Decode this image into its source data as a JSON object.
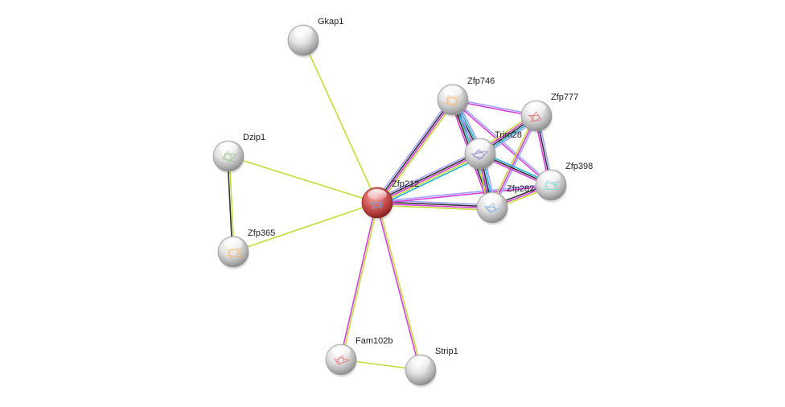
{
  "diagram": {
    "type": "protein-interaction-network",
    "center_node": "Zfp212",
    "nodes": [
      {
        "id": "Zfp212",
        "label": "Zfp212",
        "query": true,
        "color": "#d9534f",
        "has_structure": true
      },
      {
        "id": "Gkap1",
        "label": "Gkap1",
        "query": false,
        "color": "#e8e8e8",
        "has_structure": false
      },
      {
        "id": "Zfp746",
        "label": "Zfp746",
        "query": false,
        "color": "#e8e8e8",
        "has_structure": true
      },
      {
        "id": "Zfp777",
        "label": "Zfp777",
        "query": false,
        "color": "#e8e8e8",
        "has_structure": true
      },
      {
        "id": "Trim28",
        "label": "Trim28",
        "query": false,
        "color": "#e8e8e8",
        "has_structure": true
      },
      {
        "id": "Zfp398",
        "label": "Zfp398",
        "query": false,
        "color": "#e8e8e8",
        "has_structure": true
      },
      {
        "id": "Zfp282",
        "label": "Zfp282",
        "query": false,
        "color": "#e8e8e8",
        "has_structure": true
      },
      {
        "id": "Dzip1",
        "label": "Dzip1",
        "query": false,
        "color": "#e8e8e8",
        "has_structure": true
      },
      {
        "id": "Zfp365",
        "label": "Zfp365",
        "query": false,
        "color": "#e8e8e8",
        "has_structure": true
      },
      {
        "id": "Fam102b",
        "label": "Fam102b",
        "query": false,
        "color": "#e8e8e8",
        "has_structure": true
      },
      {
        "id": "Strip1",
        "label": "Strip1",
        "query": false,
        "color": "#e8e8e8",
        "has_structure": false
      }
    ],
    "evidence_colors": {
      "textmining": "#c6dc3a",
      "coexpression": "#333333",
      "experiments": "#d63fd6",
      "databases": "#22b5d6",
      "homology": "#a3a3ff",
      "neighborhood": "#2e9e2e"
    },
    "edges": [
      {
        "source": "Zfp212",
        "target": "Gkap1",
        "evidence": [
          "textmining"
        ]
      },
      {
        "source": "Zfp212",
        "target": "Dzip1",
        "evidence": [
          "textmining"
        ]
      },
      {
        "source": "Zfp212",
        "target": "Zfp365",
        "evidence": [
          "textmining"
        ]
      },
      {
        "source": "Dzip1",
        "target": "Zfp365",
        "evidence": [
          "textmining",
          "coexpression"
        ]
      },
      {
        "source": "Zfp212",
        "target": "Fam102b",
        "evidence": [
          "textmining",
          "experiments"
        ]
      },
      {
        "source": "Zfp212",
        "target": "Strip1",
        "evidence": [
          "textmining",
          "experiments"
        ]
      },
      {
        "source": "Fam102b",
        "target": "Strip1",
        "evidence": [
          "textmining"
        ]
      },
      {
        "source": "Zfp212",
        "target": "Zfp746",
        "evidence": [
          "homology",
          "coexpression",
          "experiments",
          "textmining"
        ]
      },
      {
        "source": "Zfp212",
        "target": "Trim28",
        "evidence": [
          "homology",
          "coexpression",
          "experiments",
          "textmining",
          "databases"
        ]
      },
      {
        "source": "Zfp212",
        "target": "Zfp282",
        "evidence": [
          "homology",
          "coexpression",
          "experiments",
          "textmining"
        ]
      },
      {
        "source": "Zfp212",
        "target": "Zfp398",
        "evidence": [
          "homology",
          "experiments"
        ]
      },
      {
        "source": "Zfp746",
        "target": "Trim28",
        "evidence": [
          "homology",
          "databases",
          "coexpression",
          "experiments",
          "textmining"
        ]
      },
      {
        "source": "Zfp746",
        "target": "Zfp282",
        "evidence": [
          "homology",
          "databases",
          "coexpression",
          "experiments"
        ]
      },
      {
        "source": "Zfp746",
        "target": "Zfp398",
        "evidence": [
          "homology",
          "experiments"
        ]
      },
      {
        "source": "Zfp746",
        "target": "Zfp777",
        "evidence": [
          "homology",
          "experiments"
        ]
      },
      {
        "source": "Zfp777",
        "target": "Trim28",
        "evidence": [
          "homology",
          "databases",
          "coexpression",
          "experiments",
          "textmining"
        ]
      },
      {
        "source": "Zfp777",
        "target": "Zfp282",
        "evidence": [
          "homology",
          "experiments",
          "textmining"
        ]
      },
      {
        "source": "Zfp777",
        "target": "Zfp398",
        "evidence": [
          "homology",
          "coexpression",
          "experiments"
        ]
      },
      {
        "source": "Trim28",
        "target": "Zfp282",
        "evidence": [
          "homology",
          "databases",
          "coexpression",
          "experiments",
          "textmining"
        ]
      },
      {
        "source": "Trim28",
        "target": "Zfp398",
        "evidence": [
          "databases",
          "coexpression",
          "experiments"
        ]
      },
      {
        "source": "Zfp282",
        "target": "Zfp398",
        "evidence": [
          "coexpression",
          "experiments",
          "textmining"
        ]
      }
    ]
  }
}
